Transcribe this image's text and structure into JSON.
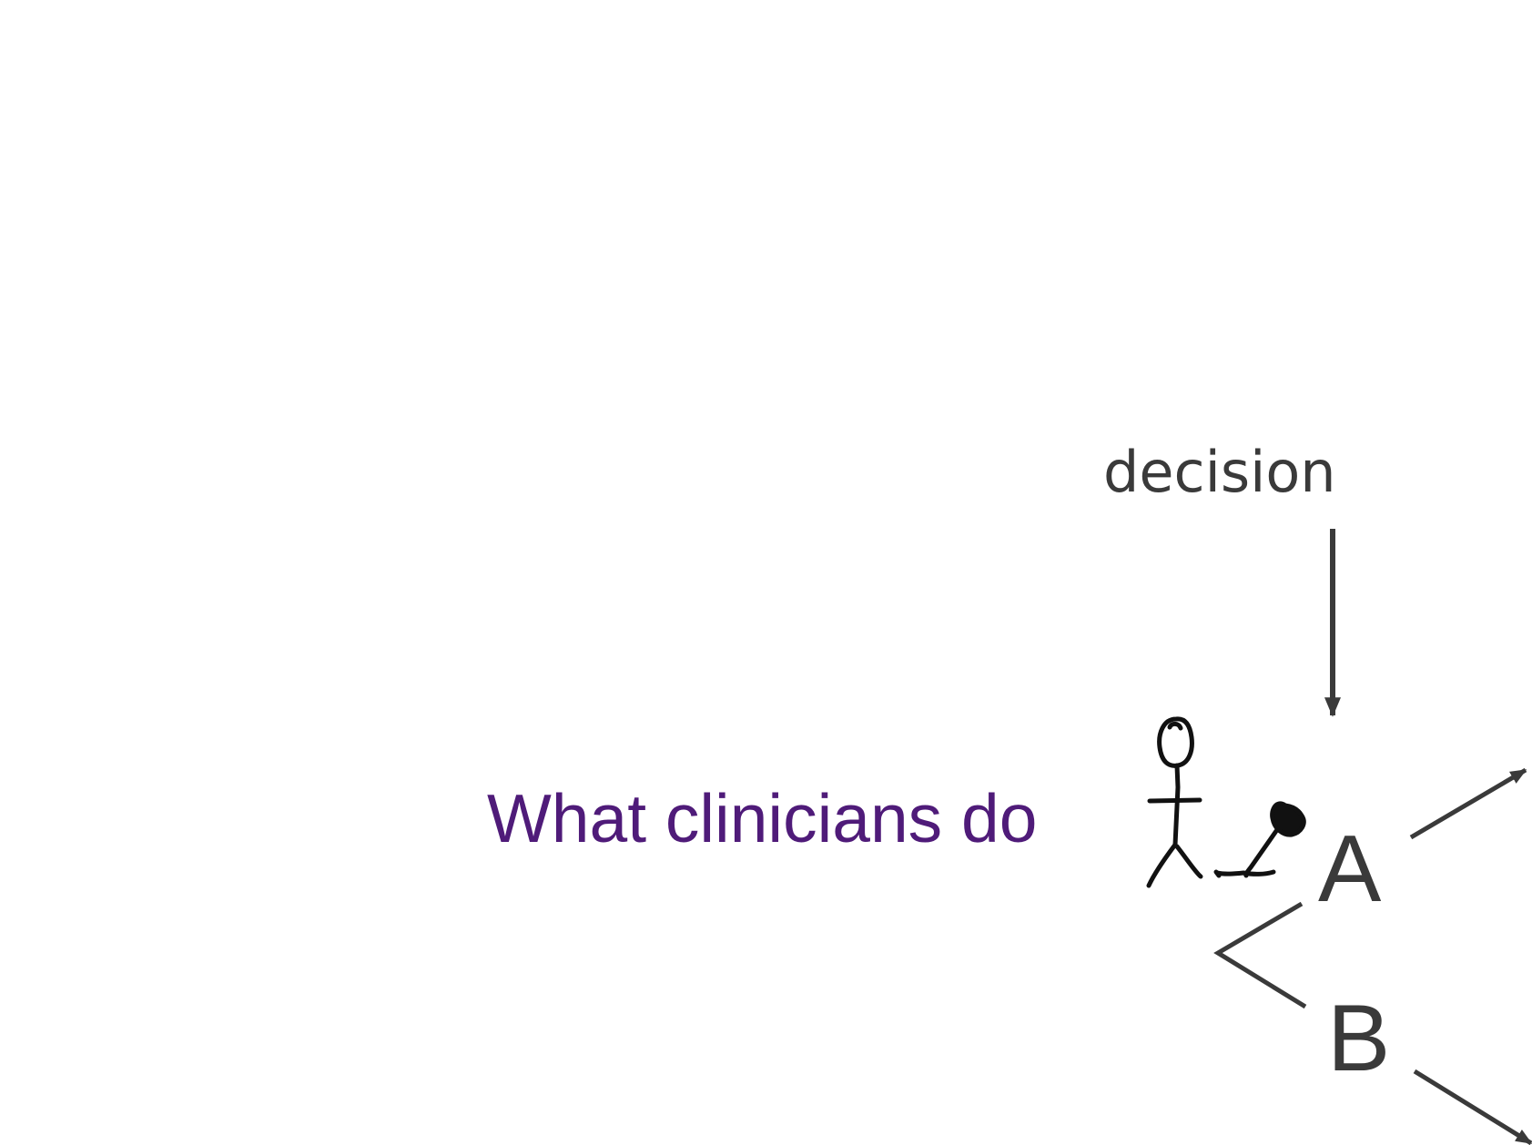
{
  "diagram": {
    "decision_label": "decision",
    "question_label": "What clinicians do",
    "option_a": "A",
    "option_b": "B",
    "icons": [
      "stick-figure-icon",
      "microscope-icon"
    ],
    "colors": {
      "question_text": "#4f1b79",
      "line": "#3a3a3a"
    }
  }
}
